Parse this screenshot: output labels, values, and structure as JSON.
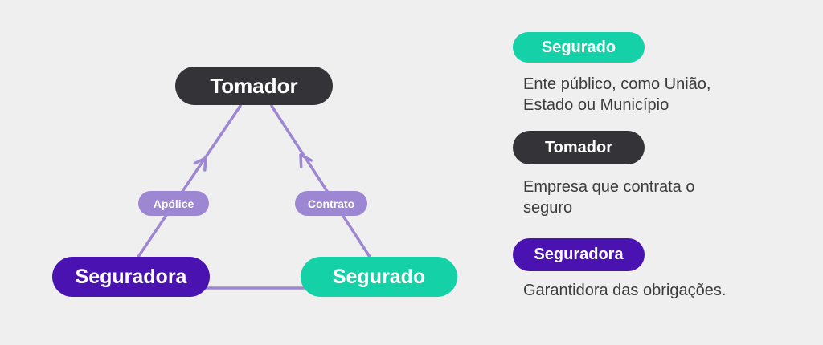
{
  "canvas": {
    "background_color": "#EFEFF0"
  },
  "diagram": {
    "line_color": "#9E87D2",
    "edge_label_color": "#9E87D2",
    "nodes": [
      {
        "id": "tomador",
        "label": "Tomador",
        "color": "#343337"
      },
      {
        "id": "seguradora",
        "label": "Seguradora",
        "color": "#4A12B0"
      },
      {
        "id": "segurado",
        "label": "Segurado",
        "color": "#14D1A8"
      }
    ],
    "edges": [
      {
        "from": "seguradora",
        "to": "tomador",
        "label": "Apólice",
        "has_arrow": true
      },
      {
        "from": "segurado",
        "to": "tomador",
        "label": "Contrato",
        "has_arrow": true
      },
      {
        "from": "seguradora",
        "to": "segurado",
        "label": "",
        "has_arrow": false
      }
    ]
  },
  "legend": {
    "items": [
      {
        "label": "Segurado",
        "color": "#14D1A8",
        "description": "Ente público, como União, Estado ou Município"
      },
      {
        "label": "Tomador",
        "color": "#343337",
        "description": "Empresa que contrata o seguro"
      },
      {
        "label": "Seguradora",
        "color": "#4A12B0",
        "description": "Garantidora das obrigações."
      }
    ]
  }
}
